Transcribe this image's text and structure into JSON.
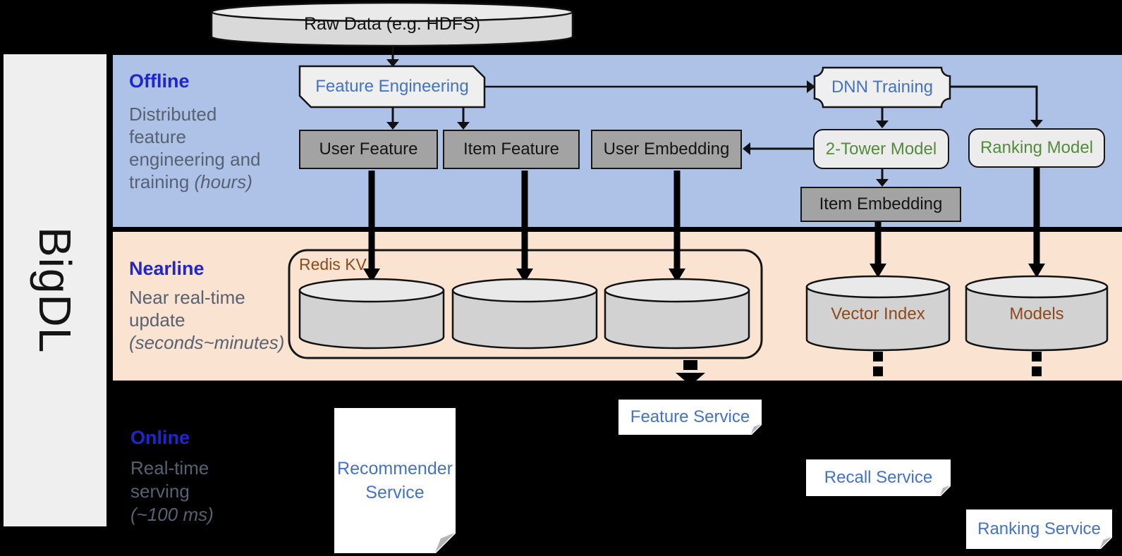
{
  "brand": {
    "label": "BigDL"
  },
  "raw_data": {
    "label": "Raw Data (e.g. HDFS)"
  },
  "sections": {
    "offline": {
      "title": "Offline",
      "desc1": "Distributed",
      "desc2": "feature",
      "desc3": "engineering and",
      "desc4": "training ",
      "desc4_italic": "(hours)"
    },
    "nearline": {
      "title": "Nearline",
      "desc1": "Near real-time",
      "desc2": "update",
      "desc_italic": "(seconds~minutes)"
    },
    "online": {
      "title": "Online",
      "desc1": "Real-time",
      "desc2": "serving",
      "desc_italic": "(~100 ms)"
    }
  },
  "offline_nodes": {
    "feature_engineering": "Feature Engineering",
    "dnn_training": "DNN Training",
    "user_feature": "User Feature",
    "item_feature": "Item Feature",
    "user_embedding": "User Embedding",
    "two_tower_model": "2-Tower Model",
    "ranking_model": "Ranking Model",
    "item_embedding": "Item Embedding"
  },
  "nearline_nodes": {
    "redis_kv": "Redis KV",
    "vector_index": "Vector Index",
    "models": "Models"
  },
  "online_nodes": {
    "recommender_service_line1": "Recommender",
    "recommender_service_line2": "Service",
    "feature_service": "Feature Service",
    "recall_service": "Recall Service",
    "ranking_service": "Ranking Service"
  },
  "colors": {
    "offline_band": "#adc2e6",
    "nearline_band": "#fbe3d1",
    "sidebar_bg": "#efefef",
    "title_blue": "#2125cc",
    "desc_gray": "#566273",
    "label_blue": "#4472c4",
    "model_green": "#538c3a",
    "store_brown": "#8c4a1d",
    "gray_box": "#a3a3a3"
  }
}
